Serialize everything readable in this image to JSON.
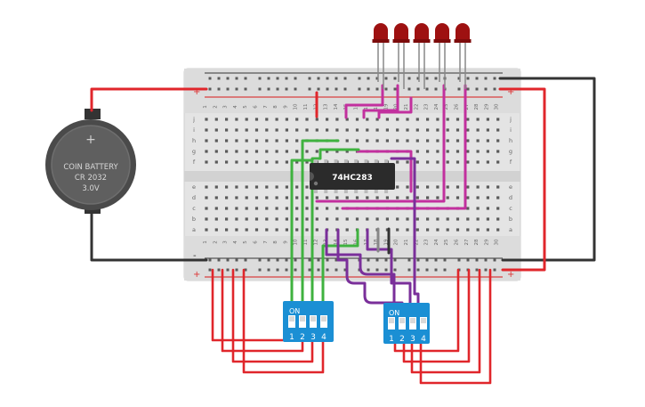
{
  "battery": {
    "line1": "COIN BATTERY",
    "line2": "CR 2032",
    "line3": "3.0V",
    "plus": "+",
    "body_color": "#5f5f5f"
  },
  "chip": {
    "label": "74HC283",
    "color": "#2b2b2b"
  },
  "breadboard": {
    "row_letters_top": [
      "j",
      "i",
      "h",
      "g",
      "f"
    ],
    "row_letters_bottom": [
      "e",
      "d",
      "c",
      "b",
      "a"
    ],
    "column_numbers": [
      "1",
      "2",
      "3",
      "4",
      "5",
      "6",
      "7",
      "8",
      "9",
      "10",
      "11",
      "12",
      "13",
      "14",
      "15",
      "16",
      "17",
      "18",
      "19",
      "20",
      "21",
      "22",
      "23",
      "24",
      "25",
      "26",
      "27",
      "28",
      "29",
      "30"
    ],
    "rail_plus": "+",
    "rail_minus": "-",
    "body_color": "#e4e4e4"
  },
  "dip_switch_left": {
    "on_label": "ON",
    "switch_numbers": [
      "1",
      "2",
      "3",
      "4"
    ],
    "color": "#1b8fd4"
  },
  "dip_switch_right": {
    "on_label": "ON",
    "switch_numbers": [
      "1",
      "2",
      "3",
      "4"
    ],
    "color": "#1b8fd4"
  },
  "leds": {
    "count": 5,
    "color": "#9e1111"
  },
  "wire_colors": {
    "power": "#e0262b",
    "ground": "#333333",
    "green": "#3fb23f",
    "magenta": "#c2309e",
    "purple": "#7a2f9a"
  }
}
